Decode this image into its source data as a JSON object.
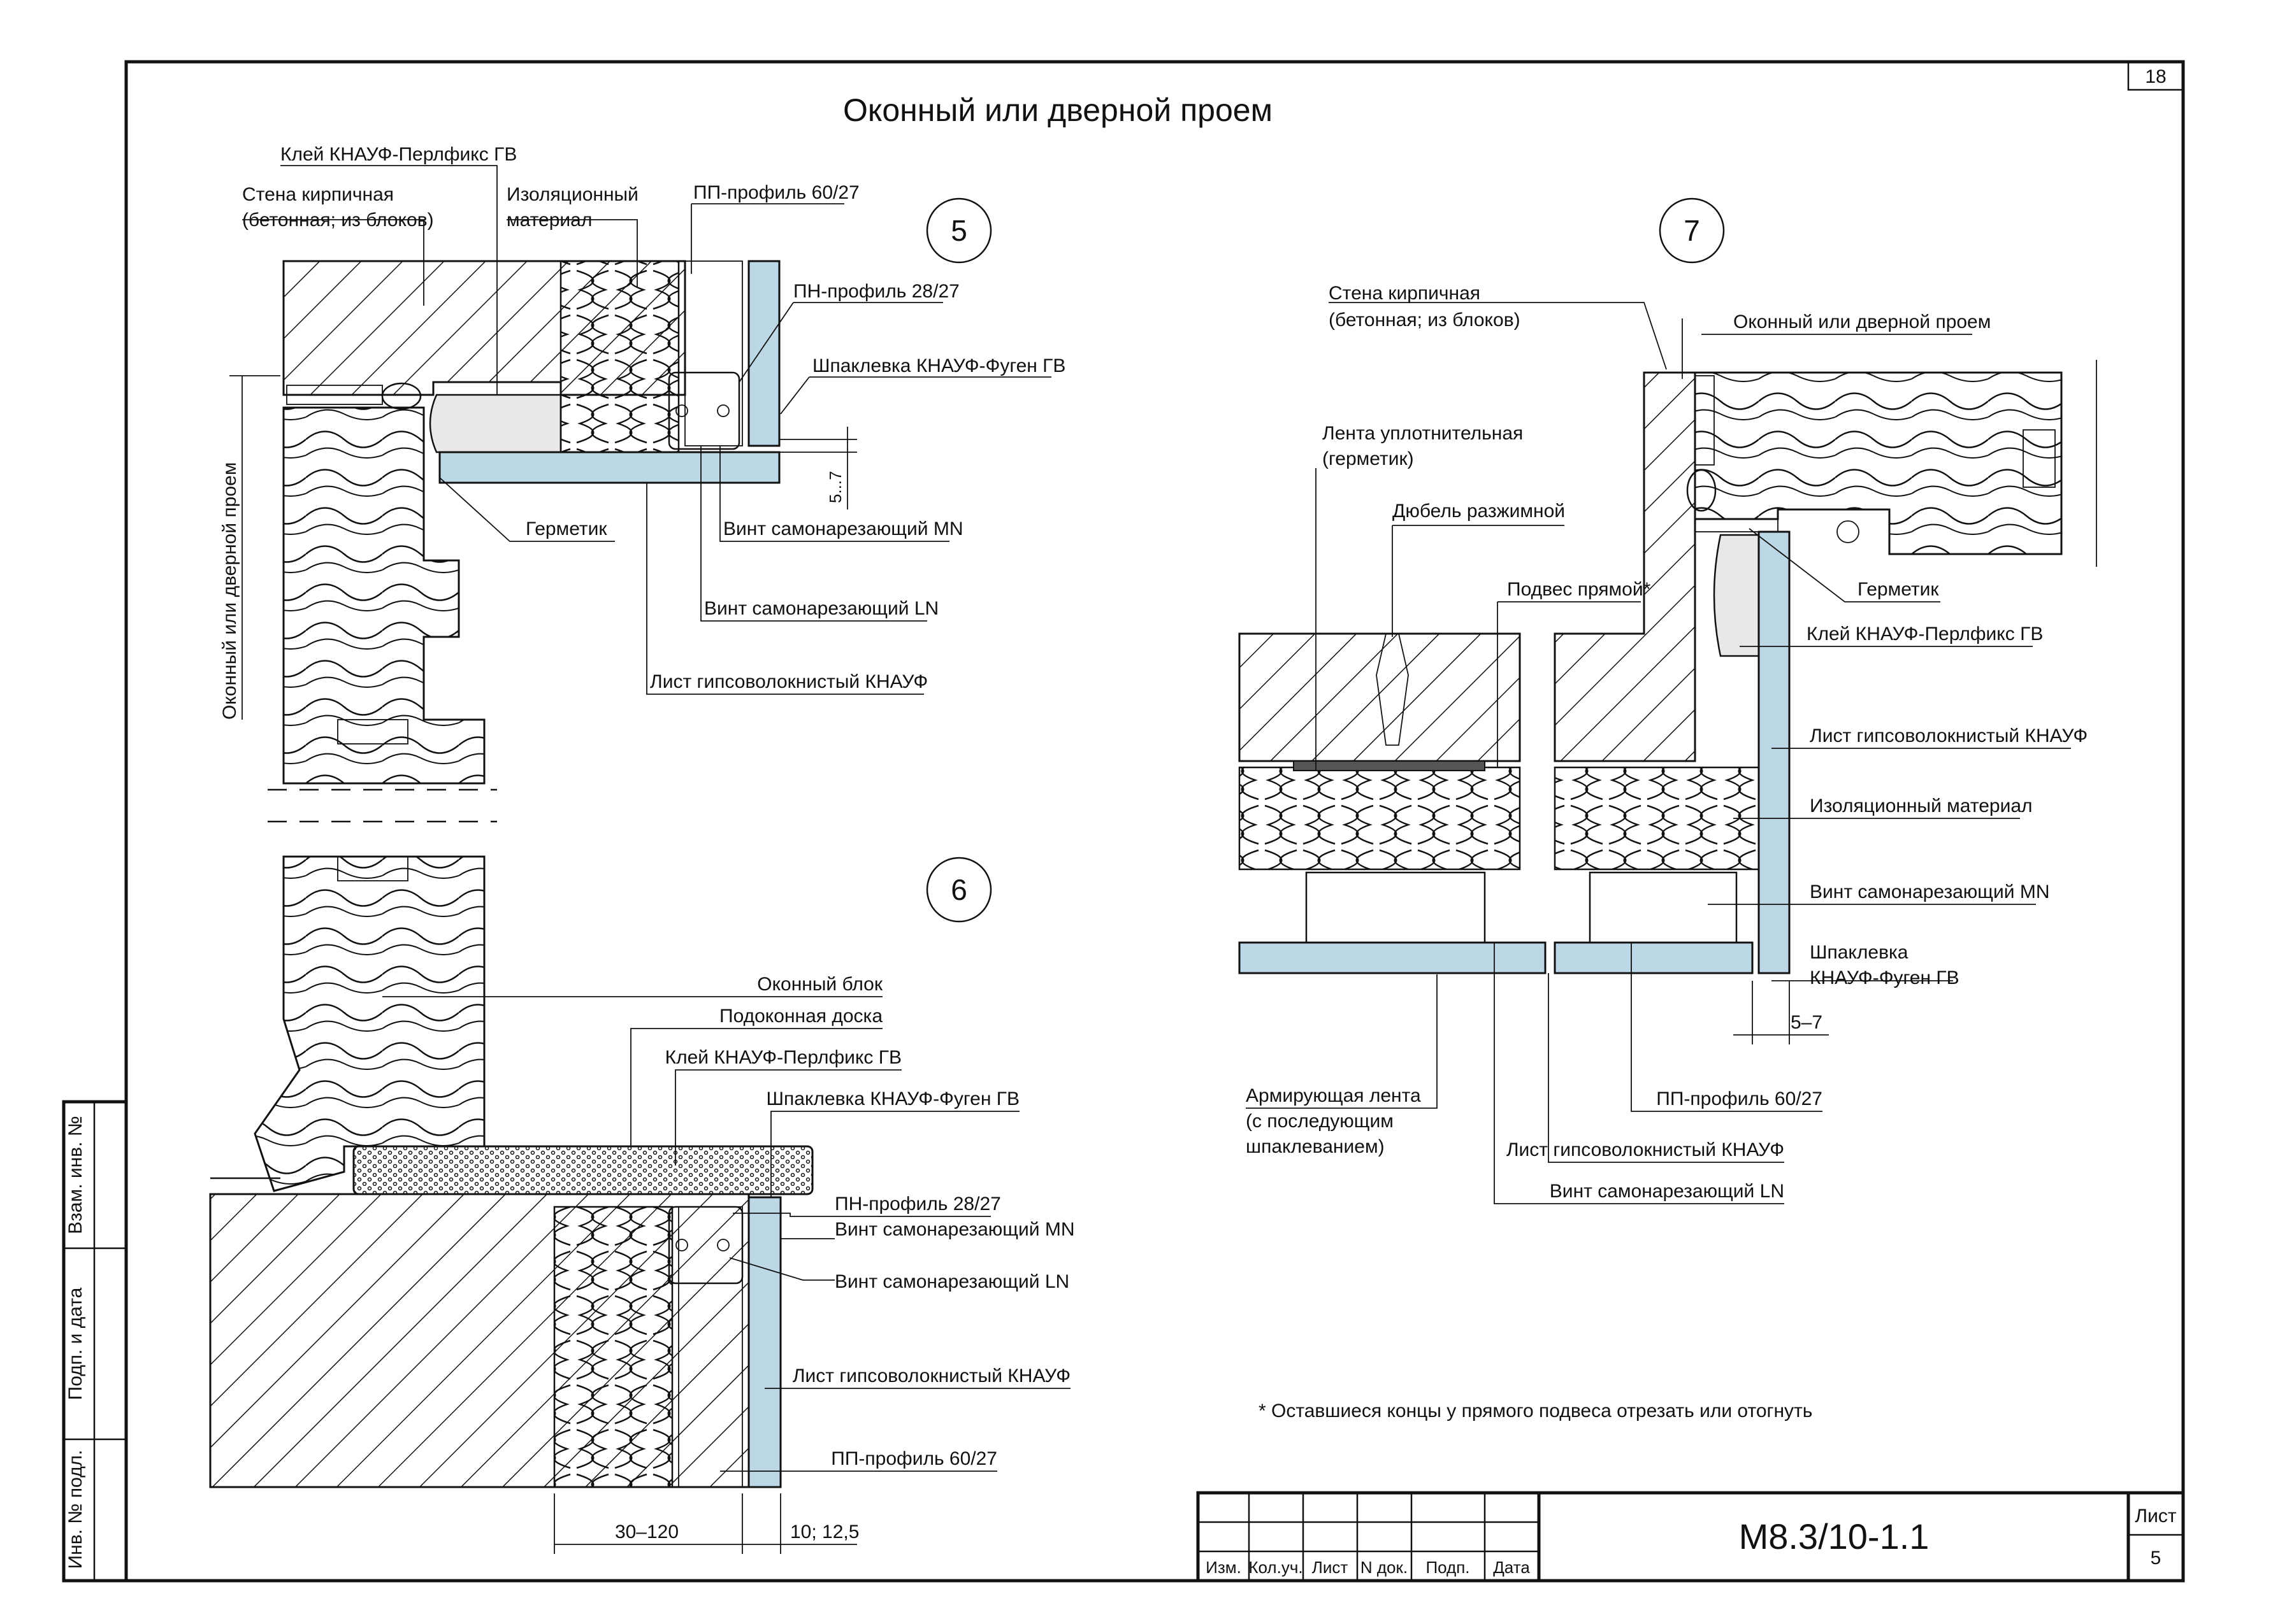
{
  "sheet": {
    "title": "Оконный или дверной проем",
    "page_number_top": "18",
    "code": "М8.3/10-1.1",
    "sheet_label": "Лист",
    "sheet_number": "5",
    "footnote": "* Оставшиеся концы у прямого подвеса отрезать или отогнуть"
  },
  "side_stamp": {
    "vzam": "Взам. инв. №",
    "podp": "Подп. и дата",
    "inv": "Инв. № подл."
  },
  "title_block": {
    "columns": [
      "Изм.",
      "Кол.уч.",
      "Лист",
      "N док.",
      "Подп.",
      "Дата"
    ]
  },
  "detail5": {
    "number": "5",
    "labels": {
      "glue": "Клей КНАУФ-Перлфикс ГВ",
      "wall1": "Стена кирпичная",
      "wall2": "(бетонная; из блоков)",
      "insul1": "Изоляционный",
      "insul2": "материал",
      "pp": "ПП-профиль 60/27",
      "pn": "ПН-профиль 28/27",
      "putty": "Шпаклевка КНАУФ-Фуген ГВ",
      "sealant": "Герметик",
      "screw_mn": "Винт самонарезающий MN",
      "screw_ln": "Винт самонарезающий LN",
      "sheet": "Лист гипсоволокнистый КНАУФ",
      "opening": "Оконный или дверной проем",
      "dim": "5...7"
    }
  },
  "detail6": {
    "number": "6",
    "labels": {
      "window": "Оконный блок",
      "sill": "Подоконная доска",
      "glue": "Клей КНАУФ-Перлфикс ГВ",
      "putty": "Шпаклевка КНАУФ-Фуген ГВ",
      "pn": "ПН-профиль 28/27",
      "screw_mn": "Винт самонарезающий MN",
      "screw_ln": "Винт самонарезающий LN",
      "sheet": "Лист гипсоволокнистый КНАУФ",
      "pp": "ПП-профиль 60/27",
      "dim1": "30–120",
      "dim2": "10; 12,5"
    }
  },
  "detail7": {
    "number": "7",
    "labels": {
      "wall1": "Стена кирпичная",
      "wall2": "(бетонная; из блоков)",
      "opening": "Оконный или дверной проем",
      "tape1": "Лента уплотнительная",
      "tape2": "(герметик)",
      "dowel": "Дюбель разжимной",
      "hanger": "Подвес прямой*",
      "sealant": "Герметик",
      "glue": "Клей КНАУФ-Перлфикс ГВ",
      "sheet": "Лист гипсоволокнистый КНАУФ",
      "insul": "Изоляционный материал",
      "screw_mn": "Винт самонарезающий MN",
      "putty1": "Шпаклевка",
      "putty2": "КНАУФ-Фуген ГВ",
      "dim": "5–7",
      "tape_a1": "Армирующая лента",
      "tape_a2": "(с последующим",
      "tape_a3": "шпаклеванием)",
      "pp": "ПП-профиль 60/27",
      "sheet2": "Лист гипсоволокнистый КНАУФ",
      "screw_ln": "Винт самонарезающий LN"
    }
  }
}
